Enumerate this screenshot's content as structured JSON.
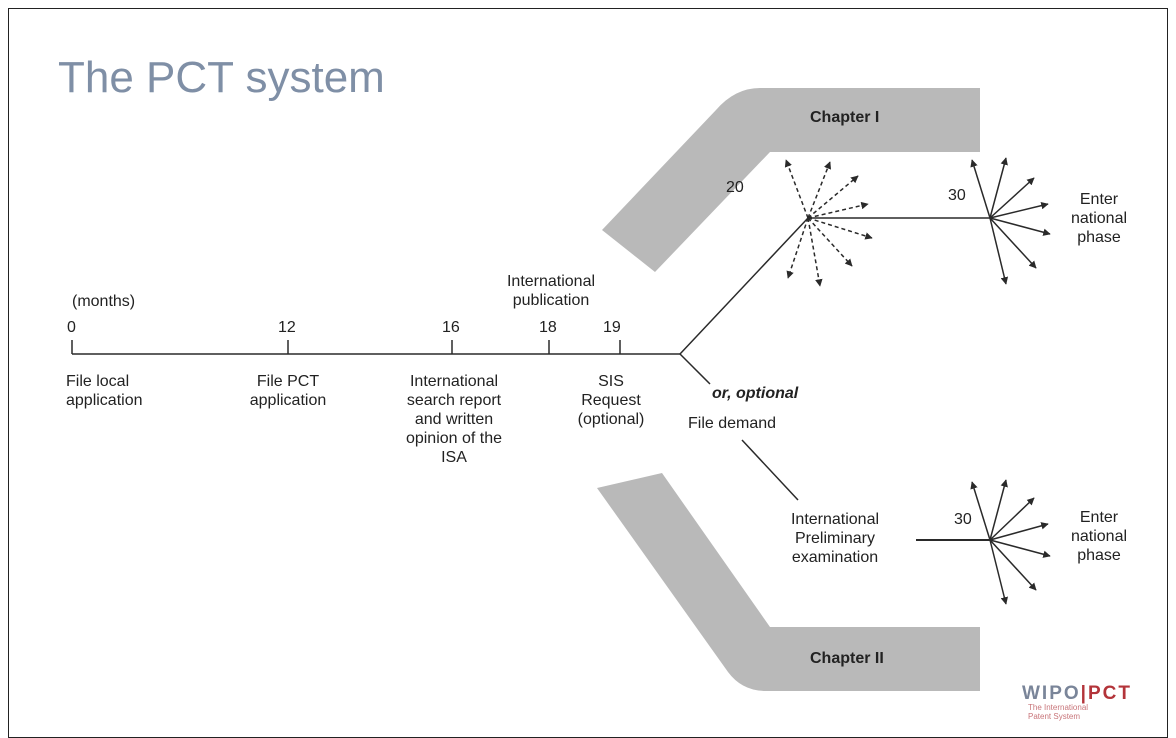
{
  "title": "The PCT system",
  "timeline": {
    "unit_label": "(months)",
    "ticks": [
      "0",
      "12",
      "16",
      "18",
      "19"
    ]
  },
  "labels": {
    "intl_publication": [
      "International",
      "publication"
    ],
    "file_local": [
      "File local",
      "application"
    ],
    "file_pct": [
      "File PCT",
      "application"
    ],
    "search_report": [
      "International",
      "search report",
      "and written",
      "opinion of the",
      "ISA"
    ],
    "sis_request": [
      "SIS",
      "Request",
      "(optional)"
    ],
    "or_optional": "or, optional",
    "file_demand": "File demand",
    "ipe": [
      "International",
      "Preliminary",
      "examination"
    ]
  },
  "chapter1": {
    "label": "Chapter I",
    "month_20": "20",
    "month_30": "30",
    "enter_national": [
      "Enter",
      "national",
      "phase"
    ]
  },
  "chapter2": {
    "label": "Chapter II",
    "month_30": "30",
    "enter_national": [
      "Enter",
      "national",
      "phase"
    ]
  },
  "logo": {
    "wipo": "WIPO",
    "sep": "|",
    "pct": "PCT",
    "tagline": [
      "The International",
      "Patent System"
    ]
  },
  "colors": {
    "band": "#b9b9b9",
    "title": "#7f8fa6",
    "line": "#2a2a2a",
    "logo_wipo": "#7a8599",
    "logo_pct": "#b3343a"
  }
}
